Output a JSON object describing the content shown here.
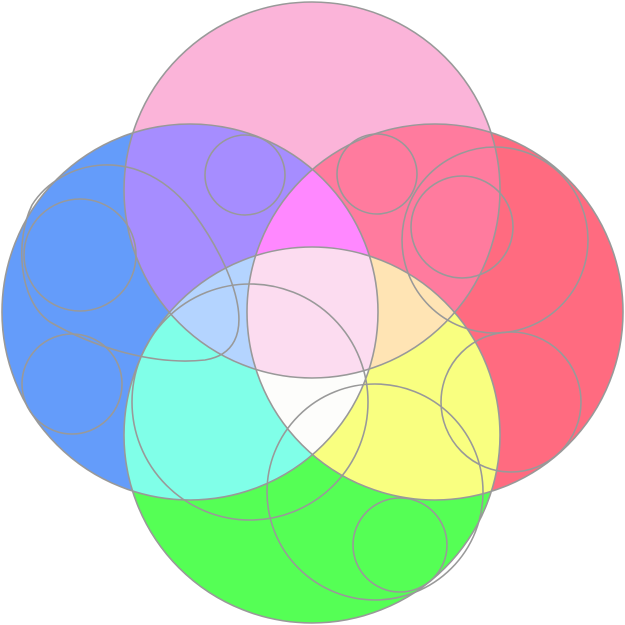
{
  "diagram": {
    "type": "venn",
    "sets": [
      "pink",
      "blue",
      "red",
      "green"
    ],
    "colors": {
      "pink": "#fbb4d9",
      "blue": "#649cfa",
      "red": "#ff6b80",
      "green": "#55ff55",
      "pink_blue": "#a68dff",
      "pink_red": "#ff7b9e",
      "blue_green": "#80ffe8",
      "red_green": "#f9ff80",
      "pink_blue_red": "#ff88ff",
      "pink_blue_green": "#b4d4ff",
      "pink_red_green": "#ffe4b4",
      "blue_red_green": "#fdfdfb",
      "all": "#fcdcf0",
      "outline": "#999999"
    }
  }
}
